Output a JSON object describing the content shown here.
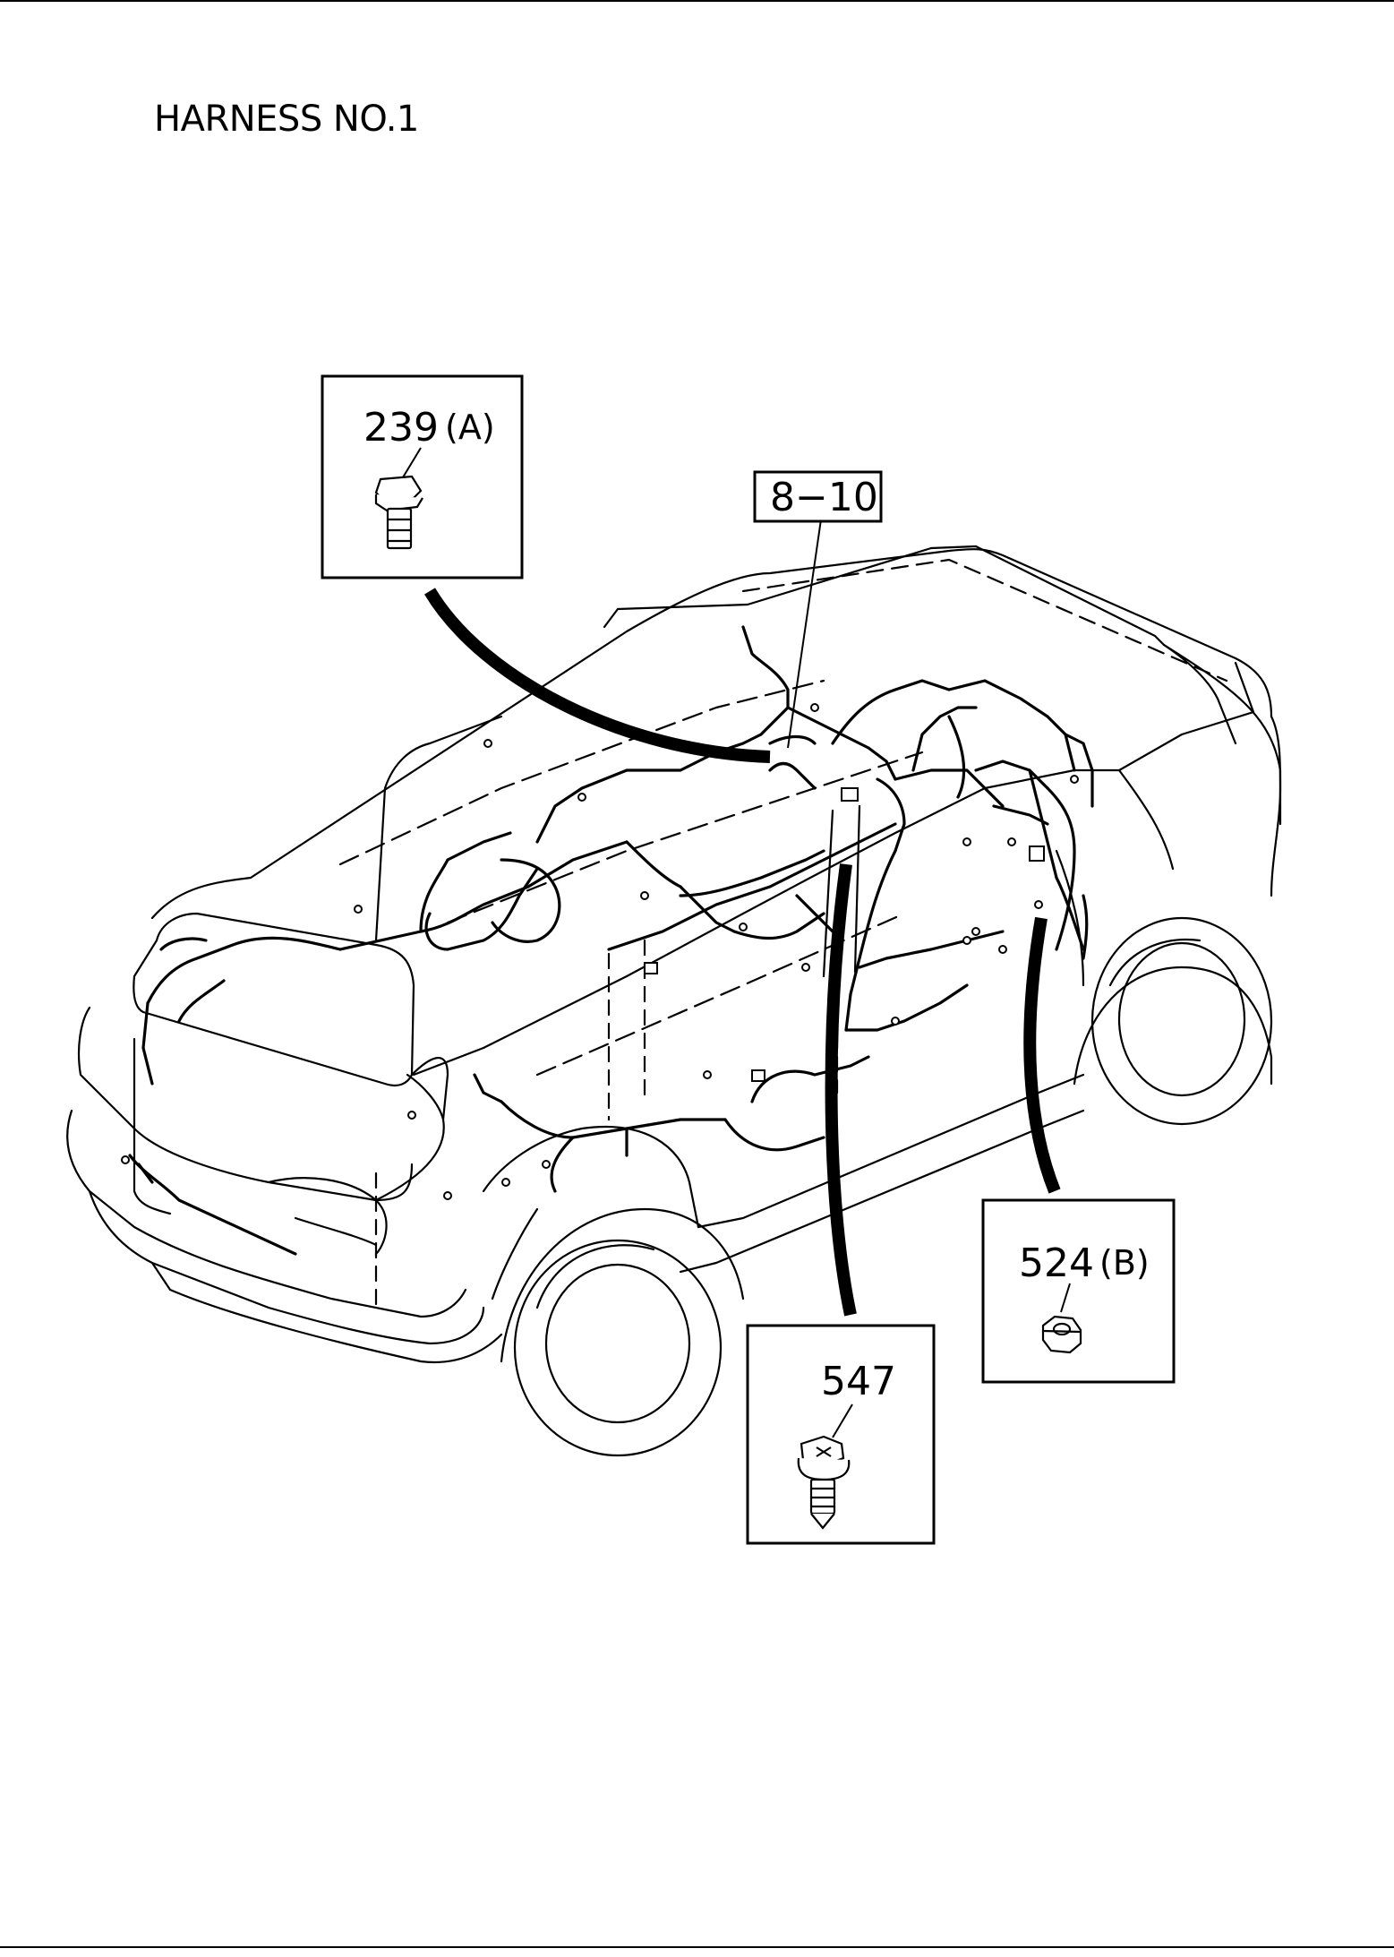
{
  "title": "HARNESS NO.1",
  "callouts": {
    "bolt_a": "239",
    "bolt_a_suffix": "(A)",
    "ref": "8−10",
    "nut_b": "524",
    "nut_b_suffix": "(B)",
    "bolt_547": "547"
  }
}
